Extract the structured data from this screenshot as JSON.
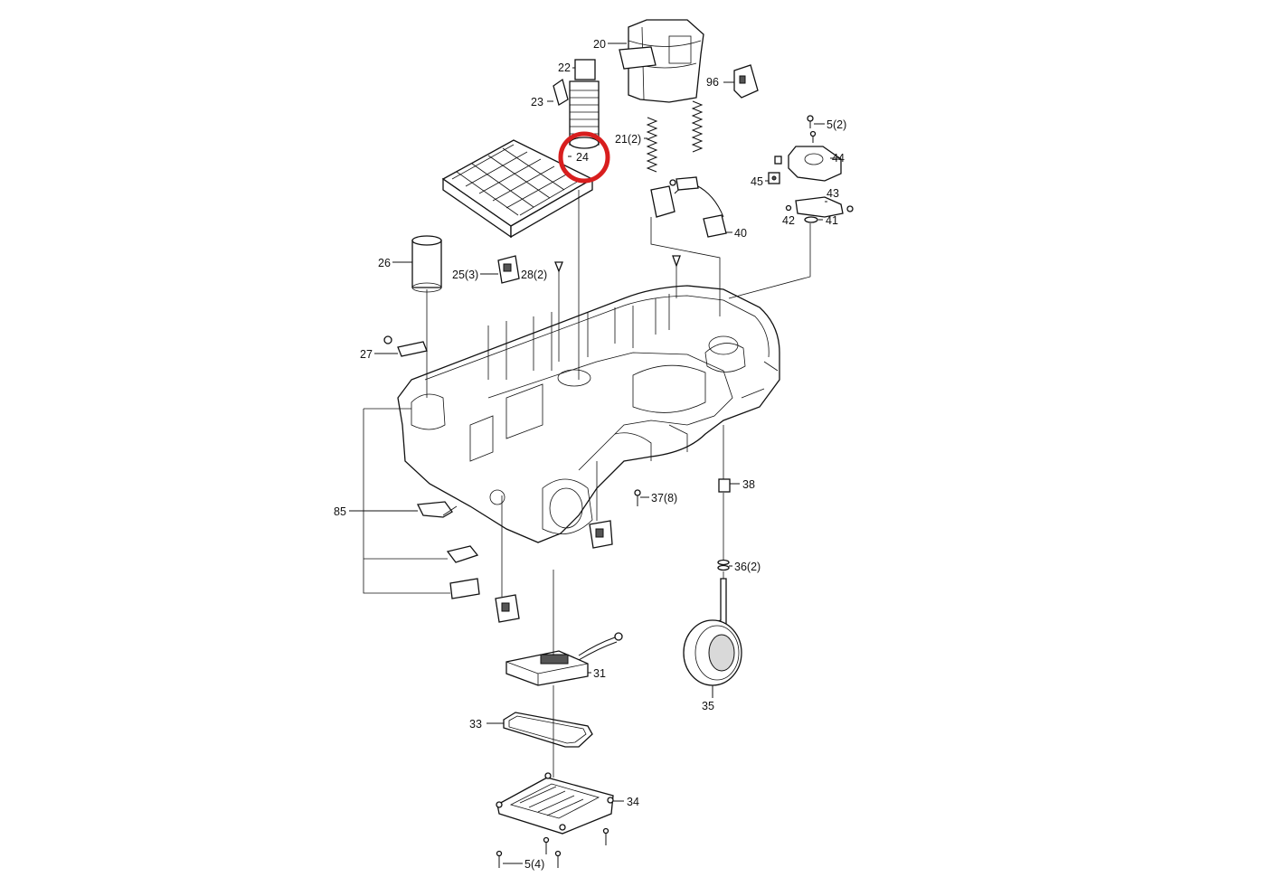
{
  "diagram": {
    "callouts": [
      {
        "id": "20",
        "text": "20"
      },
      {
        "id": "22",
        "text": "22"
      },
      {
        "id": "96",
        "text": "96"
      },
      {
        "id": "23",
        "text": "23"
      },
      {
        "id": "5a",
        "text": "5(2)"
      },
      {
        "id": "21",
        "text": "21(2)"
      },
      {
        "id": "24",
        "text": "24"
      },
      {
        "id": "44",
        "text": "44"
      },
      {
        "id": "45",
        "text": "45"
      },
      {
        "id": "43",
        "text": "43"
      },
      {
        "id": "42",
        "text": "42"
      },
      {
        "id": "41",
        "text": "41"
      },
      {
        "id": "40",
        "text": "40"
      },
      {
        "id": "26",
        "text": "26"
      },
      {
        "id": "25",
        "text": "25(3)"
      },
      {
        "id": "28",
        "text": "28(2)"
      },
      {
        "id": "27",
        "text": "27"
      },
      {
        "id": "38",
        "text": "38"
      },
      {
        "id": "37",
        "text": "37(8)"
      },
      {
        "id": "85",
        "text": "85"
      },
      {
        "id": "36",
        "text": "36(2)"
      },
      {
        "id": "31",
        "text": "31"
      },
      {
        "id": "35",
        "text": "35"
      },
      {
        "id": "33",
        "text": "33"
      },
      {
        "id": "34",
        "text": "34"
      },
      {
        "id": "5b",
        "text": "5(4)"
      }
    ],
    "highlight": {
      "target": "24",
      "color": "#d81e1e"
    }
  }
}
